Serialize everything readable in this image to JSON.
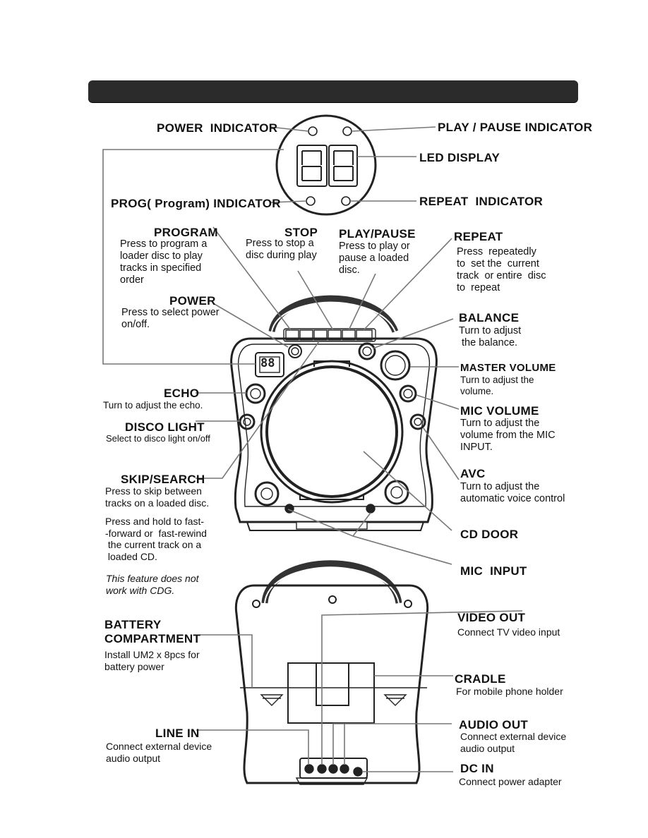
{
  "header_banner": "",
  "front": {
    "power_indicator": "POWER  INDICATOR",
    "play_pause_indicator": "PLAY / PAUSE INDICATOR",
    "led_display": "LED DISPLAY",
    "prog_indicator": "PROG( Program) INDICATOR",
    "repeat_indicator": "REPEAT  INDICATOR",
    "program": {
      "title": "PROGRAM",
      "desc": "Press to program a\nloader disc to play\ntracks in specified\norder"
    },
    "stop": {
      "title": "STOP",
      "desc": "Press to stop a\ndisc during play"
    },
    "play_pause": {
      "title": "PLAY/PAUSE",
      "desc": "Press to play or\npause a loaded\ndisc."
    },
    "repeat": {
      "title": "REPEAT",
      "desc": "Press  repeatedly\nto  set the  current\ntrack  or entire  disc\nto  repeat"
    },
    "power": {
      "title": "POWER",
      "desc": "Press to select power\non/off."
    },
    "balance": {
      "title": "BALANCE",
      "desc": "Turn to adjust\n the balance."
    },
    "master_volume": {
      "title": "MASTER VOLUME",
      "desc": "Turn to adjust the\nvolume."
    },
    "echo": {
      "title": "ECHO",
      "desc": "Turn to adjust the echo."
    },
    "mic_volume": {
      "title": "MIC VOLUME",
      "desc": "Turn to adjust the\nvolume from the MIC\nINPUT."
    },
    "disco_light": {
      "title": "DISCO LIGHT",
      "desc": "Select to disco light on/off"
    },
    "avc": {
      "title": "AVC",
      "desc": "Turn to adjust the\nautomatic voice control"
    },
    "skip_search": {
      "title": "SKIP/SEARCH",
      "desc": "Press to skip between\ntracks on a loaded disc.",
      "desc2": "Press and hold to fast-\n-forward or  fast-rewind\n the current track on a\n loaded CD.",
      "note": "This feature does not\nwork with CDG."
    },
    "cd_door": "CD DOOR",
    "mic_input": "MIC  INPUT",
    "display_digits": "88"
  },
  "back": {
    "video_out": {
      "title": "VIDEO OUT",
      "desc": "Connect TV video input"
    },
    "battery": {
      "title": "BATTERY\nCOMPARTMENT",
      "desc": "Install UM2 x 8pcs for\nbattery power"
    },
    "cradle": {
      "title": "CRADLE",
      "desc": "For mobile phone holder"
    },
    "line_in": {
      "title": "LINE IN",
      "desc": "Connect external device\naudio output"
    },
    "audio_out": {
      "title": "AUDIO OUT",
      "desc": "Connect external device\naudio output"
    },
    "dc_in": {
      "title": "DC IN",
      "desc": "Connect power adapter"
    }
  }
}
